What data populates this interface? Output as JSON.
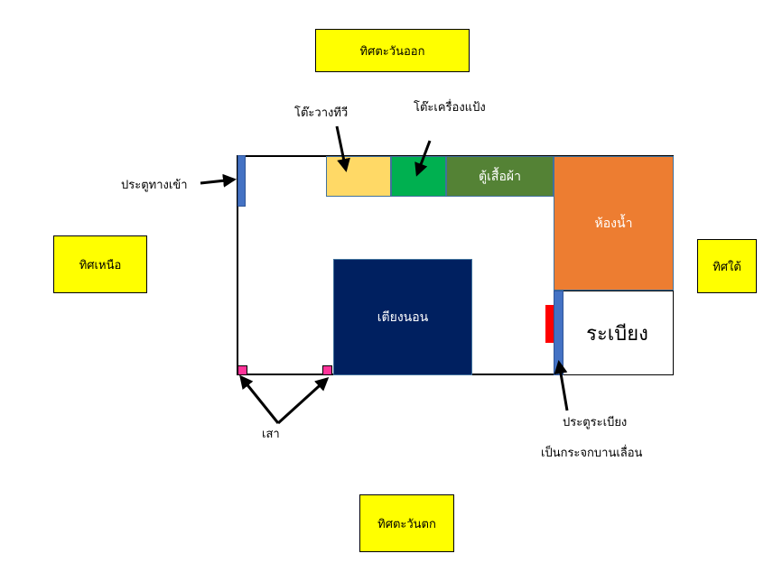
{
  "directions": {
    "east": "ทิศตะวันออก",
    "west": "ทิศตะวันตก",
    "north": "ทิศเหนือ",
    "south": "ทิศใต้"
  },
  "furniture": {
    "tv_table": "โต๊ะวางทีวี",
    "dressing_table": "โต๊ะเครื่องแป้ง",
    "wardrobe": "ตู้เสื้อผ้า",
    "bathroom": "ห้องน้ำ",
    "bed": "เตียงนอน",
    "balcony": "ระเบียง"
  },
  "labels": {
    "entrance_door": "ประตูทางเข้า",
    "pillar": "เสา",
    "balcony_door_line1": "ประตูระเบียง",
    "balcony_door_line2": "เป็นกระจกบานเลื่อน"
  },
  "colors": {
    "direction_box": "#ffff00",
    "tv_table": "#ffd966",
    "dressing_table": "#00b050",
    "wardrobe": "#548235",
    "bathroom": "#ed7d31",
    "bed": "#002060",
    "door": "#4472c4",
    "pillar": "#ff3399",
    "balcony_marker": "#ff0000"
  }
}
